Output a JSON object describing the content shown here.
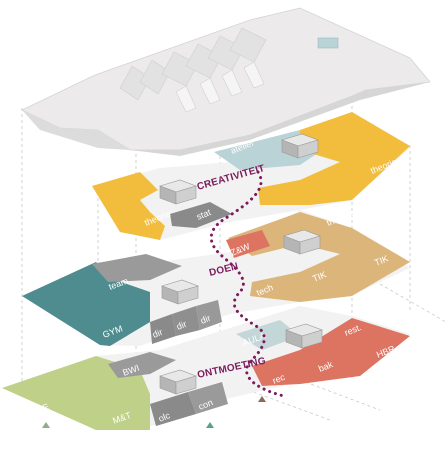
{
  "colors": {
    "yellow": "#f2bd3d",
    "tan": "#dcb57b",
    "teal": "#4e8c8f",
    "salmon": "#dd7462",
    "olive": "#bfd088",
    "grey": "#9a9a9a",
    "darkgrey": "#8a8a8a",
    "lightblue": "#b9d3d6",
    "roof": "#eceaea",
    "floor": "#f2f2f2",
    "path": "#7b1b5c"
  },
  "floors": {
    "top": {
      "heading": "CREATIVITEIT",
      "labels": {
        "atelier": "atelier",
        "theorie_right": "theorie",
        "theorie_left": "theorie",
        "stat": "stat"
      }
    },
    "middle": {
      "heading": "DOEN",
      "labels": {
        "zw": "Z&W",
        "theorie": "theorie",
        "tech": "tech",
        "tik_a": "TIK",
        "tik_b": "TIK",
        "team": "team",
        "gym": "GYM",
        "dir_a": "dir",
        "dir_b": "dir",
        "dir_c": "dir"
      }
    },
    "bottom": {
      "heading": "ONTMOETING",
      "labels": {
        "aula": "AULA",
        "rest": "rest.",
        "rec": "rec",
        "bak": "bak",
        "hbr": "HBR",
        "bwi": "BWI",
        "pie": "PIE",
        "mt": "M&T",
        "olc": "olc",
        "con": "con"
      }
    }
  }
}
